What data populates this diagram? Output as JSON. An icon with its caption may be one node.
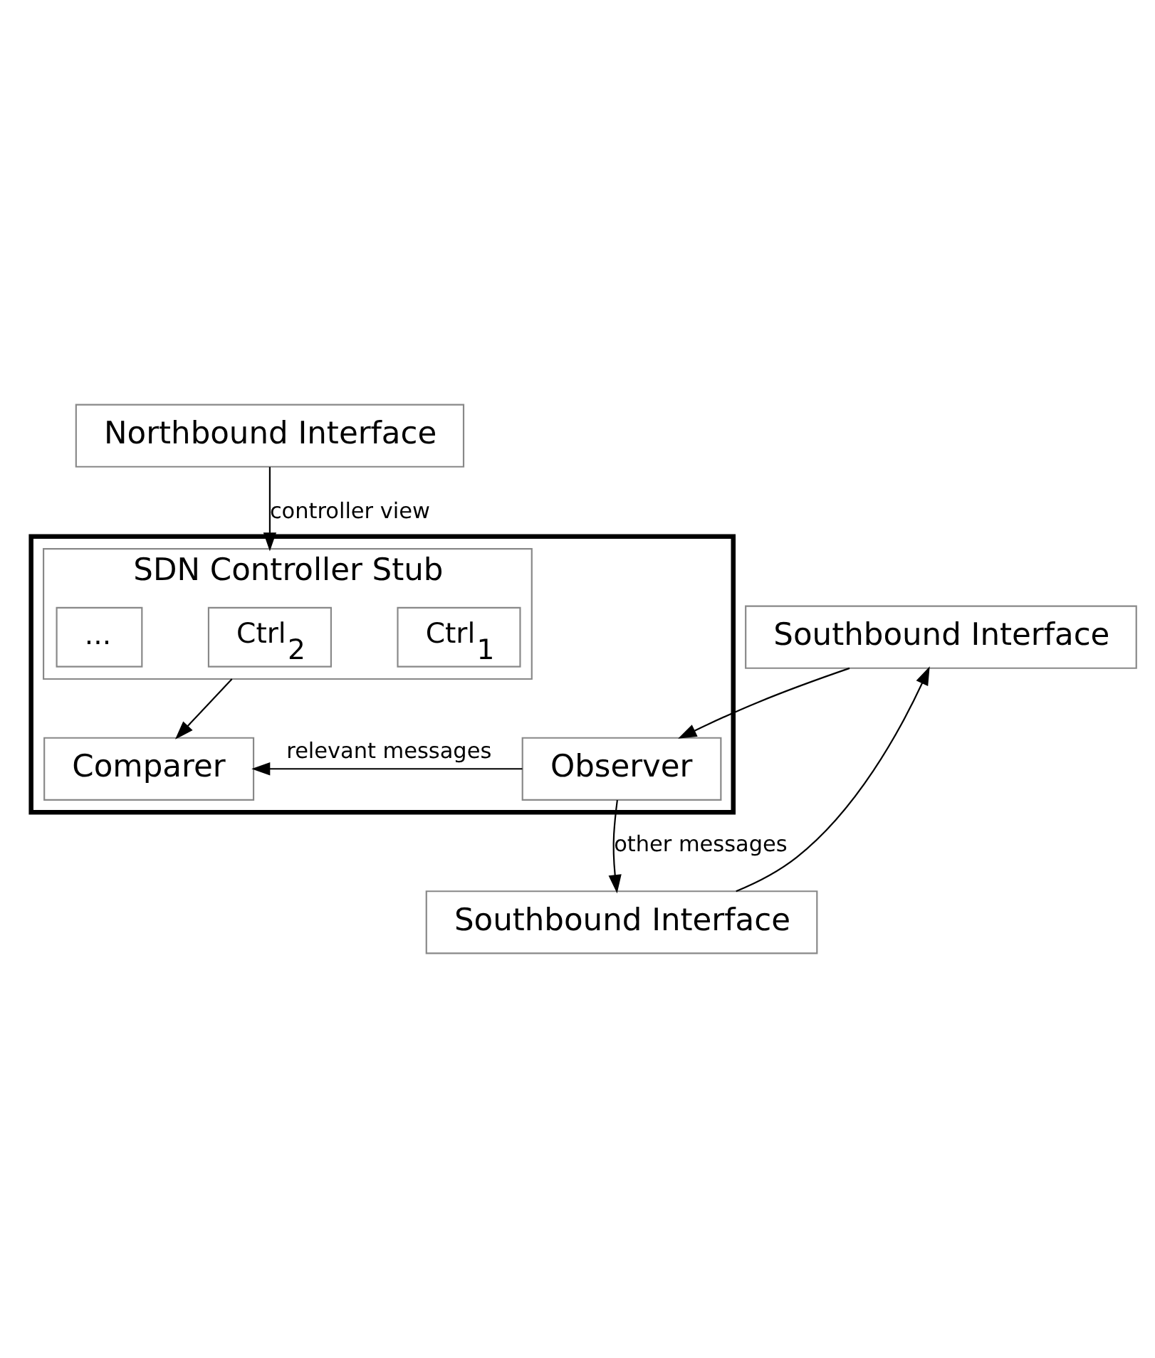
{
  "diagram": {
    "nodes": [
      {
        "text": [
          "Northbound Interface"
        ]
      },
      {
        "text": [
          "Southbound Interface"
        ]
      },
      {
        "text": [],
        "shape": "box"
      },
      {
        "text": [
          "SDN Controller Stub"
        ],
        "in": 2
      },
      {
        "text": [
          "Ctrl$_{1}$"
        ],
        "in": 3
      },
      {
        "text": [
          "Ctrl$_{2}$"
        ],
        "in": 3
      },
      {
        "text": [
          "..."
        ],
        "in": 3
      },
      {
        "text": [
          "Comparer"
        ],
        "in": 2
      },
      {
        "text": [
          "Observer"
        ],
        "in": 2
      },
      {
        "text": [
          "Southbound Interface"
        ]
      }
    ],
    "edges": [
      {
        "from": 0,
        "to": 3,
        "arrow": "to",
        "label": "controller view"
      },
      {
        "from": 1,
        "to": 8,
        "arrow": "to"
      },
      {
        "from": 3,
        "to": 7,
        "arrow": "to"
      },
      {
        "from": 8,
        "to": 7,
        "arrow": "to",
        "label": "relevant messages"
      },
      {
        "from": 8,
        "to": 9,
        "arrow": "to",
        "label": "other messages"
      },
      {
        "from": 9,
        "to": 1,
        "arrow": "to"
      }
    ]
  }
}
